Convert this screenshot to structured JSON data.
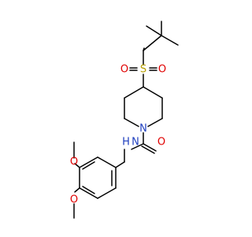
{
  "atoms": {
    "sulfur": "S",
    "sulfonyl_oxygen_left": "O",
    "sulfonyl_oxygen_right": "O",
    "piperidine_nitrogen": "N",
    "amide_nh": "N",
    "amide_h": "H",
    "carbonyl_oxygen": "O",
    "methoxy_oxygen_top": "O",
    "methoxy_oxygen_bottom": "O"
  },
  "colors": {
    "bond": "#000000",
    "sulfur": "#b8a000",
    "oxygen": "#e00000",
    "nitrogen": "#1f3fbf",
    "background": "#ffffff"
  }
}
